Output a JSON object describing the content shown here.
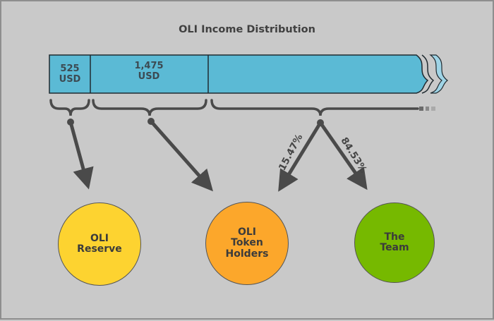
{
  "title": "OLI Income Distribution",
  "segments": [
    {
      "label": "525\nUSD",
      "value": 525
    },
    {
      "label": "1,475\nUSD",
      "value": 1475
    },
    {
      "label": "",
      "value": null
    }
  ],
  "splits": {
    "token_holders_pct": "15.47%",
    "team_pct": "84.53%"
  },
  "recipients": {
    "reserve": "OLI\nReserve",
    "token_holders": "OLI\nToken\nHolders",
    "team": "The\nTeam"
  },
  "colors": {
    "background": "#c9c9c9",
    "bar": "#5bbad5",
    "arrow": "#4a4a4a",
    "reserve": "#fdd330",
    "token_holders": "#fca72b",
    "team": "#76b900"
  }
}
